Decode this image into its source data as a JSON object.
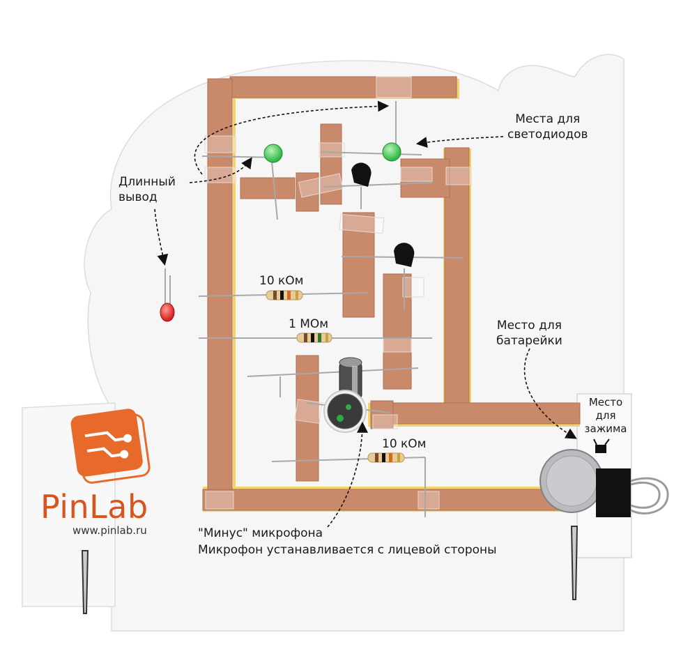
{
  "brand": {
    "name": "PinLab",
    "url": "www.pinlab.ru",
    "color": "#d9531e"
  },
  "labels": {
    "led_places": [
      "Места для",
      "светодиодов"
    ],
    "long_lead": [
      "Длинный",
      "вывод"
    ],
    "battery_place": [
      "Место для",
      "батарейки"
    ],
    "clip_place": [
      "Место",
      "для",
      "зажима"
    ],
    "mic_minus": "\"Минус\" микрофона",
    "mic_front": "Микрофон устанавливается с лицевой стороны",
    "r1": "10 кОм",
    "r2": "1 МОм",
    "r3": "10 кОм"
  },
  "colors": {
    "copper": "#c98a6c",
    "copper_dark": "#b06f52",
    "yellow_edge": "#f2d46b",
    "card": "#f7f7f8",
    "led_green": "#33c24a",
    "led_red": "#e0262b"
  }
}
